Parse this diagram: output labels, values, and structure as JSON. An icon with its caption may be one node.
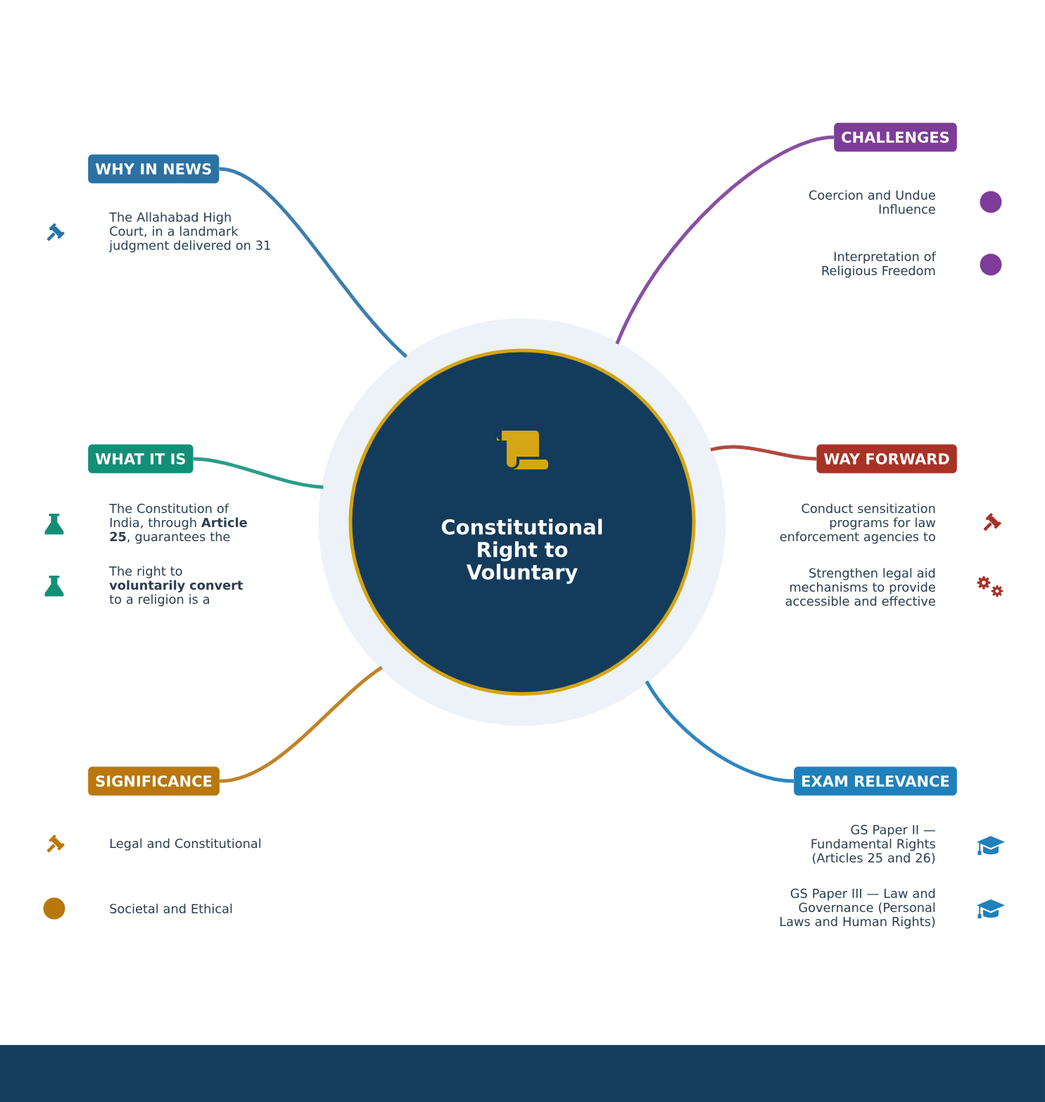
{
  "diagram": {
    "nodes": [
      {
        "text": [
          "Constitutional Right to Voluntary"
        ]
      },
      {
        "text": [
          "WHY IN NEWS"
        ]
      },
      {
        "text": [
          "WHAT IT IS"
        ]
      },
      {
        "text": [
          "SIGNIFICANCE"
        ]
      },
      {
        "text": [
          "CHALLENGES"
        ]
      },
      {
        "text": [
          "WAY FORWARD"
        ]
      },
      {
        "text": [
          "EXAM RELEVANCE"
        ]
      }
    ],
    "edges": [
      {
        "from": 0,
        "to": 1,
        "arrow": "none",
        "color": "#3b7eb0"
      },
      {
        "from": 0,
        "to": 2,
        "arrow": "none",
        "color": "#2a9d8a"
      },
      {
        "from": 0,
        "to": 3,
        "arrow": "none",
        "color": "#c08325"
      },
      {
        "from": 0,
        "to": 4,
        "arrow": "none",
        "color": "#8a4fa3"
      },
      {
        "from": 0,
        "to": 5,
        "arrow": "none",
        "color": "#b04a3f"
      },
      {
        "from": 0,
        "to": 6,
        "arrow": "none",
        "color": "#2e86c1"
      }
    ],
    "labels": [
      "The Allahabad High Court, in a landmark judgment delivered on 31",
      "The Constitution of India, through **Article 25**, guarantees the",
      "The right to **voluntarily convert** to a religion is a",
      "Legal and Constitutional",
      "Societal and Ethical",
      "Coercion and Undue Influence",
      "Interpretation of Religious Freedom",
      "Conduct sensitization programs for law enforcement agencies to",
      "Strengthen legal aid mechanisms to provide accessible and effective",
      "GS Paper II — Fundamental Rights (Articles 25 and 26)",
      "GS Paper III — Law and Governance (Personal Laws and Human Rights)"
    ]
  }
}
